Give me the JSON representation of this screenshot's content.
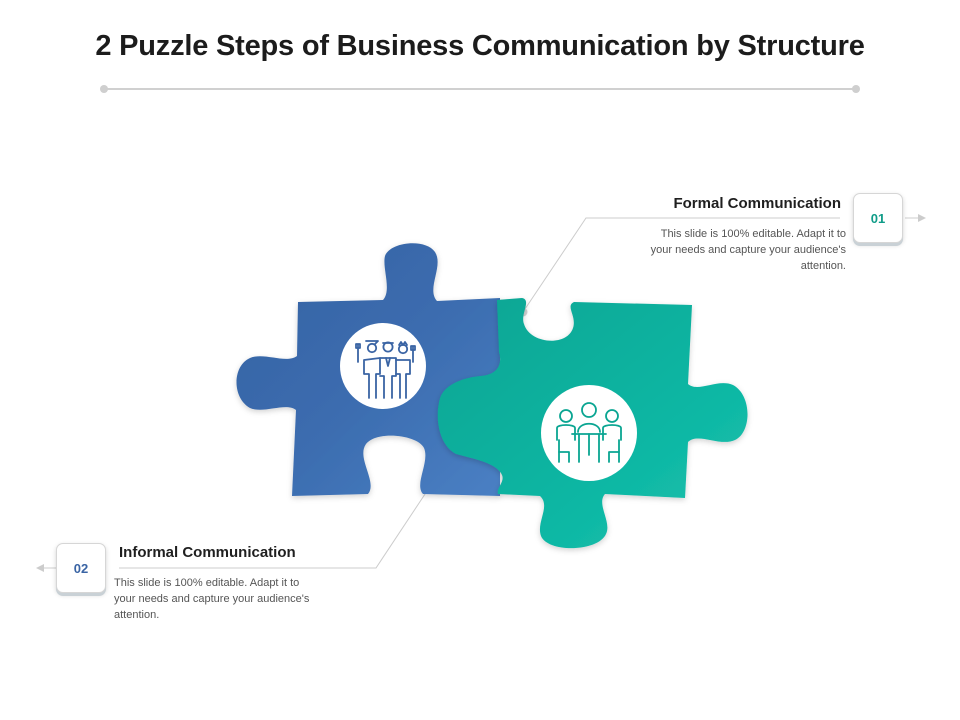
{
  "title": "2 Puzzle Steps of Business Communication by Structure",
  "colors": {
    "blue_piece": "#3a67a8",
    "teal_piece": "#0fb4a0",
    "connector": "#cccccc"
  },
  "steps": [
    {
      "number": "01",
      "title": "Formal Communication",
      "description": "This slide is 100% editable. Adapt it to your needs and capture your audience's attention.",
      "icon": "business-team-icon"
    },
    {
      "number": "02",
      "title": "Informal Communication",
      "description": "This slide is 100% editable. Adapt it to your needs and capture your audience's attention.",
      "icon": "meeting-table-icon"
    }
  ]
}
